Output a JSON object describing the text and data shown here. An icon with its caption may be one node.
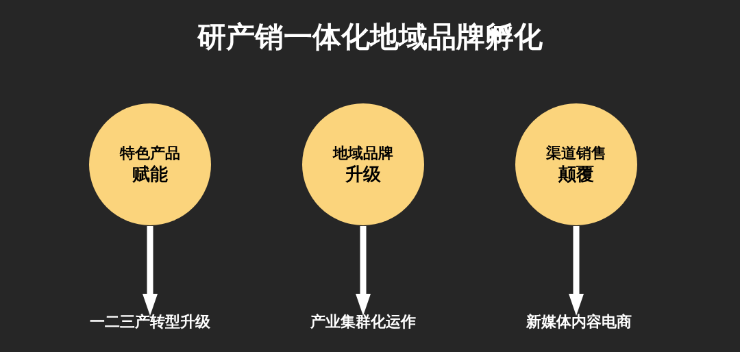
{
  "diagram": {
    "title": "研产销一体化地域品牌孵化",
    "nodes": [
      {
        "text": [
          "特色产品",
          "赋能"
        ]
      },
      {
        "text": [
          "地域品牌",
          "升级"
        ]
      },
      {
        "text": [
          "渠道销售",
          "颠覆"
        ]
      },
      {
        "text": [
          "一二三产转型升级"
        ]
      },
      {
        "text": [
          "产业集群化运作"
        ]
      },
      {
        "text": [
          "新媒体内容电商"
        ]
      }
    ],
    "edges": [
      {
        "from": 0,
        "to": 3,
        "arrow": "to"
      },
      {
        "from": 1,
        "to": 4,
        "arrow": "to"
      },
      {
        "from": 2,
        "to": 5,
        "arrow": "to"
      }
    ]
  }
}
